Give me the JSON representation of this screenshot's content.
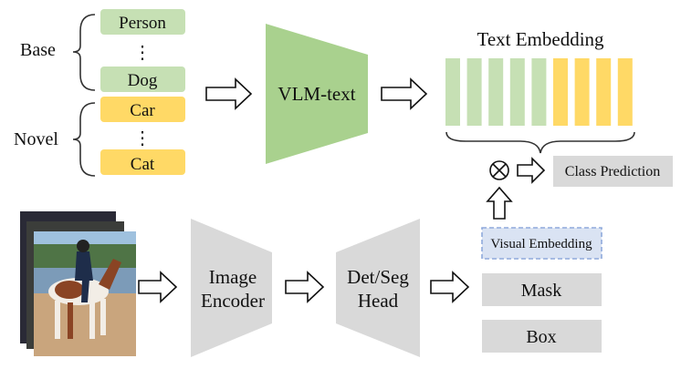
{
  "colors": {
    "base_green": "#c6e0b4",
    "novel_yellow": "#ffd966",
    "vlm_green": "#a9d18e",
    "encoder_gray": "#d9d9d9",
    "visual_embed_fill": "#dae3f3",
    "visual_embed_border": "#8faadc"
  },
  "groups": {
    "base": {
      "label": "Base",
      "items": [
        "Person",
        "Dog"
      ]
    },
    "novel": {
      "label": "Novel",
      "items": [
        "Car",
        "Cat"
      ]
    },
    "ellipsis": "⋮"
  },
  "modules": {
    "vlm_text": "VLM-text",
    "image_encoder": [
      "Image",
      "Encoder"
    ],
    "det_seg_head": [
      "Det/Seg",
      "Head"
    ]
  },
  "text_embedding": {
    "title": "Text Embedding",
    "bar_colors": [
      "green",
      "green",
      "green",
      "green",
      "green",
      "yellow",
      "yellow",
      "yellow",
      "yellow"
    ]
  },
  "operator": "⊗",
  "outputs": {
    "class_prediction": "Class Prediction",
    "visual_embedding": "Visual Embedding",
    "mask": "Mask",
    "box": "Box"
  },
  "icons": {
    "arrow": "hollow-right-arrow-icon",
    "up_arrow": "hollow-up-arrow-icon",
    "multiply": "circled-times-icon",
    "image_stack": "horse-rider-photo-stack-icon"
  }
}
